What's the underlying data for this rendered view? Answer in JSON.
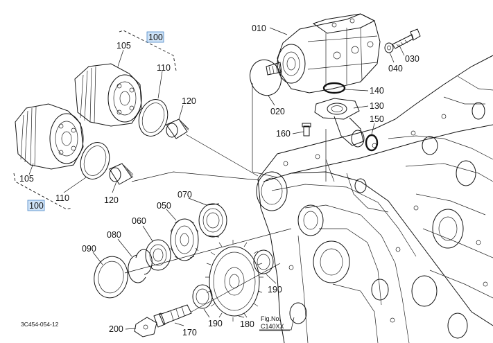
{
  "diagram": {
    "part_labels": {
      "p010": "010",
      "p020": "020",
      "p030": "030",
      "p040": "040",
      "p050": "050",
      "p060": "060",
      "p070": "070",
      "p080": "080",
      "p090": "090",
      "p100_top": "100",
      "p100_left": "100",
      "p105_top": "105",
      "p105_left": "105",
      "p110_top": "110",
      "p110_left": "110",
      "p120_top": "120",
      "p120_left": "120",
      "p130": "130",
      "p140": "140",
      "p150": "150",
      "p160": "160",
      "p170": "170",
      "p180": "180",
      "p190_top": "190",
      "p190_bottom": "190",
      "p200": "200"
    },
    "drawing_code": "3C454-054-12",
    "fig_label": "Fig.No.",
    "fig_number": "C140XX",
    "highlight_color": "#cfe3f7"
  }
}
